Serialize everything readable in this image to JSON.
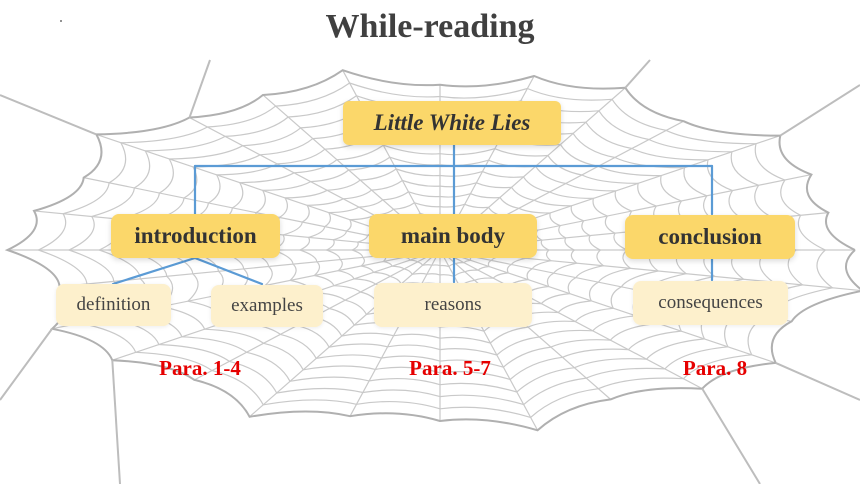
{
  "title": "While-reading",
  "root": "Little White Lies",
  "sections": {
    "intro": {
      "label": "introduction",
      "subs": [
        "definition",
        "examples"
      ],
      "para": "Para. 1-4"
    },
    "body": {
      "label": "main body",
      "subs": [
        "reasons"
      ],
      "para": "Para. 5-7"
    },
    "conclusion": {
      "label": "conclusion",
      "subs": [
        "consequences"
      ],
      "para": "Para. 8"
    }
  },
  "colors": {
    "main_box": "#fbd76a",
    "sub_box": "#fdf0cc",
    "connector": "#5b9bd5",
    "para_text": "#e60000",
    "title_text": "#404040"
  }
}
